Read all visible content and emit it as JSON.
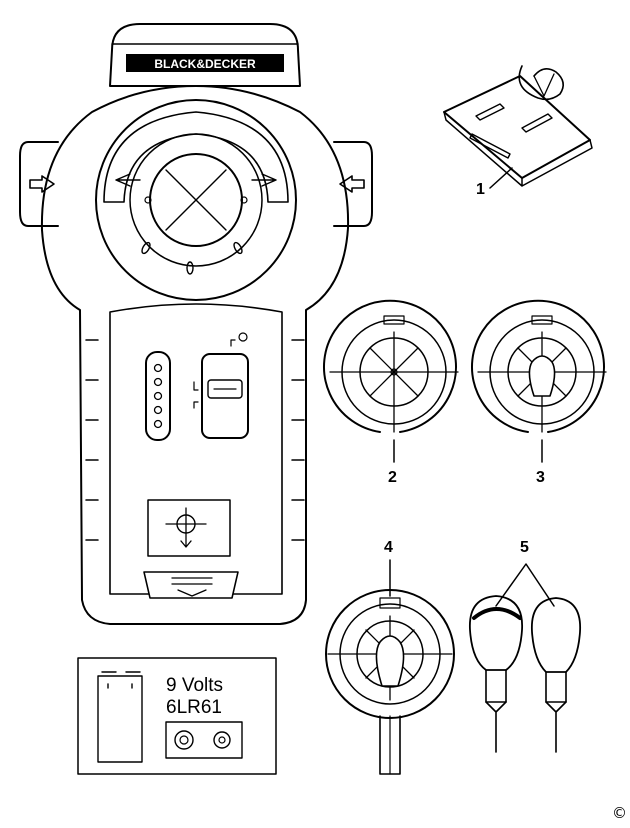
{
  "device": {
    "brand": "BLACK&DECKER"
  },
  "callouts": {
    "item1": "1",
    "item2": "2",
    "item3": "3",
    "item4": "4",
    "item5": "5"
  },
  "battery": {
    "voltage": "9 Volts",
    "model": "6LR61"
  },
  "footer": {
    "copyright": "©"
  }
}
